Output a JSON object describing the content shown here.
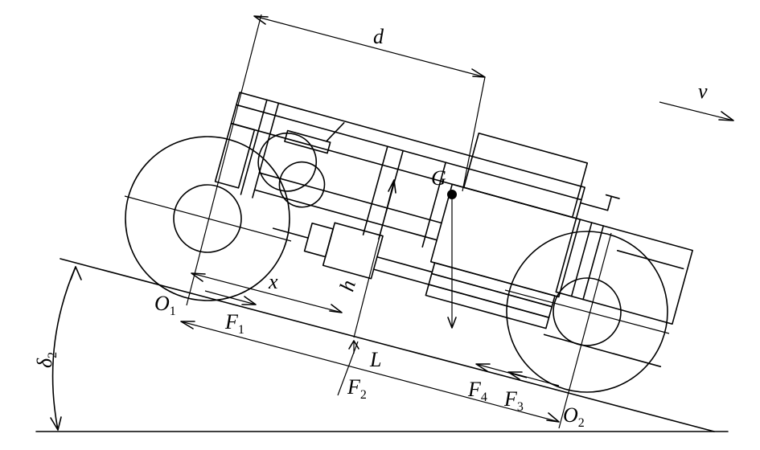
{
  "labels": {
    "d": "d",
    "v": "v",
    "G": "G",
    "x": "x",
    "h": "h",
    "L": "L",
    "O1": "O",
    "O1_sub": "1",
    "O2": "O",
    "O2_sub": "2",
    "F1": "F",
    "F1_sub": "1",
    "F2": "F",
    "F2_sub": "2",
    "F3": "F",
    "F3_sub": "3",
    "F4": "F",
    "F4_sub": "4",
    "delta": "δ",
    "delta_sub": "2"
  },
  "colors": {
    "line": "#000000",
    "background": "#ffffff"
  }
}
